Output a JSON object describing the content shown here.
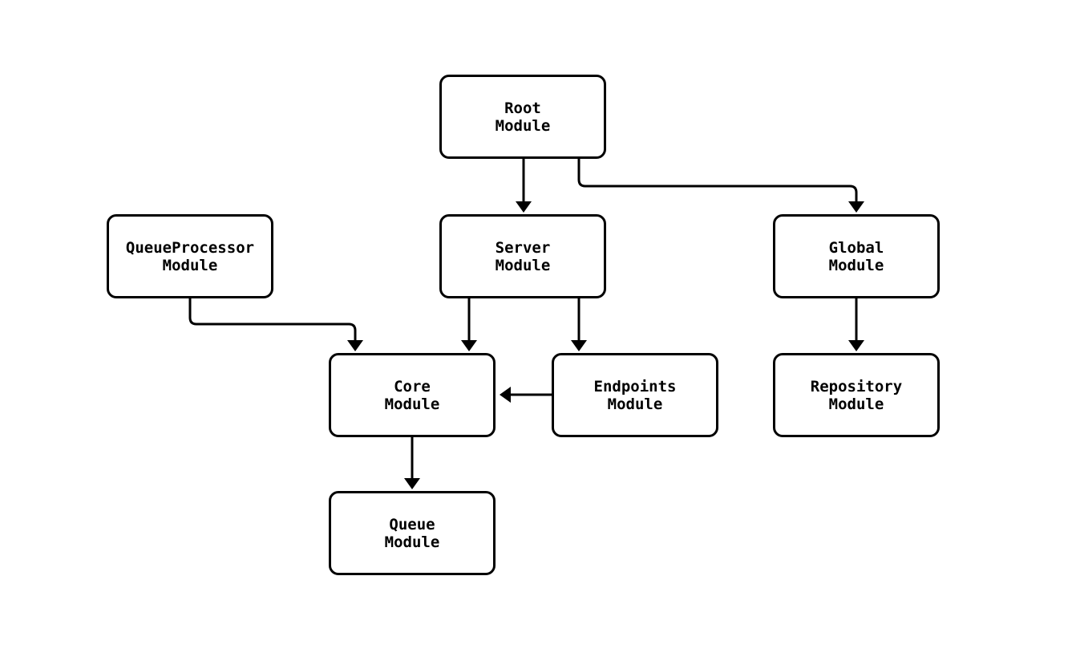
{
  "diagram": {
    "type": "module-dependency-flowchart",
    "colors": {
      "background": "#ffffff",
      "node_fill": "#ffffff",
      "node_border": "#000000",
      "edge": "#000000",
      "text": "#000000"
    },
    "nodes": [
      {
        "id": "root",
        "line1": "Root",
        "line2": "Module"
      },
      {
        "id": "queueprocessor",
        "line1": "QueueProcessor",
        "line2": "Module"
      },
      {
        "id": "server",
        "line1": "Server",
        "line2": "Module"
      },
      {
        "id": "global",
        "line1": "Global",
        "line2": "Module"
      },
      {
        "id": "core",
        "line1": "Core",
        "line2": "Module"
      },
      {
        "id": "endpoints",
        "line1": "Endpoints",
        "line2": "Module"
      },
      {
        "id": "repository",
        "line1": "Repository",
        "line2": "Module"
      },
      {
        "id": "queue",
        "line1": "Queue",
        "line2": "Module"
      }
    ],
    "edges": [
      {
        "from": "Root Module",
        "to": "Server Module"
      },
      {
        "from": "Root Module",
        "to": "Global Module"
      },
      {
        "from": "QueueProcessor Module",
        "to": "Core Module"
      },
      {
        "from": "Server Module",
        "to": "Core Module"
      },
      {
        "from": "Server Module",
        "to": "Endpoints Module"
      },
      {
        "from": "Endpoints Module",
        "to": "Core Module"
      },
      {
        "from": "Global Module",
        "to": "Repository Module"
      },
      {
        "from": "Core Module",
        "to": "Queue Module"
      }
    ]
  }
}
